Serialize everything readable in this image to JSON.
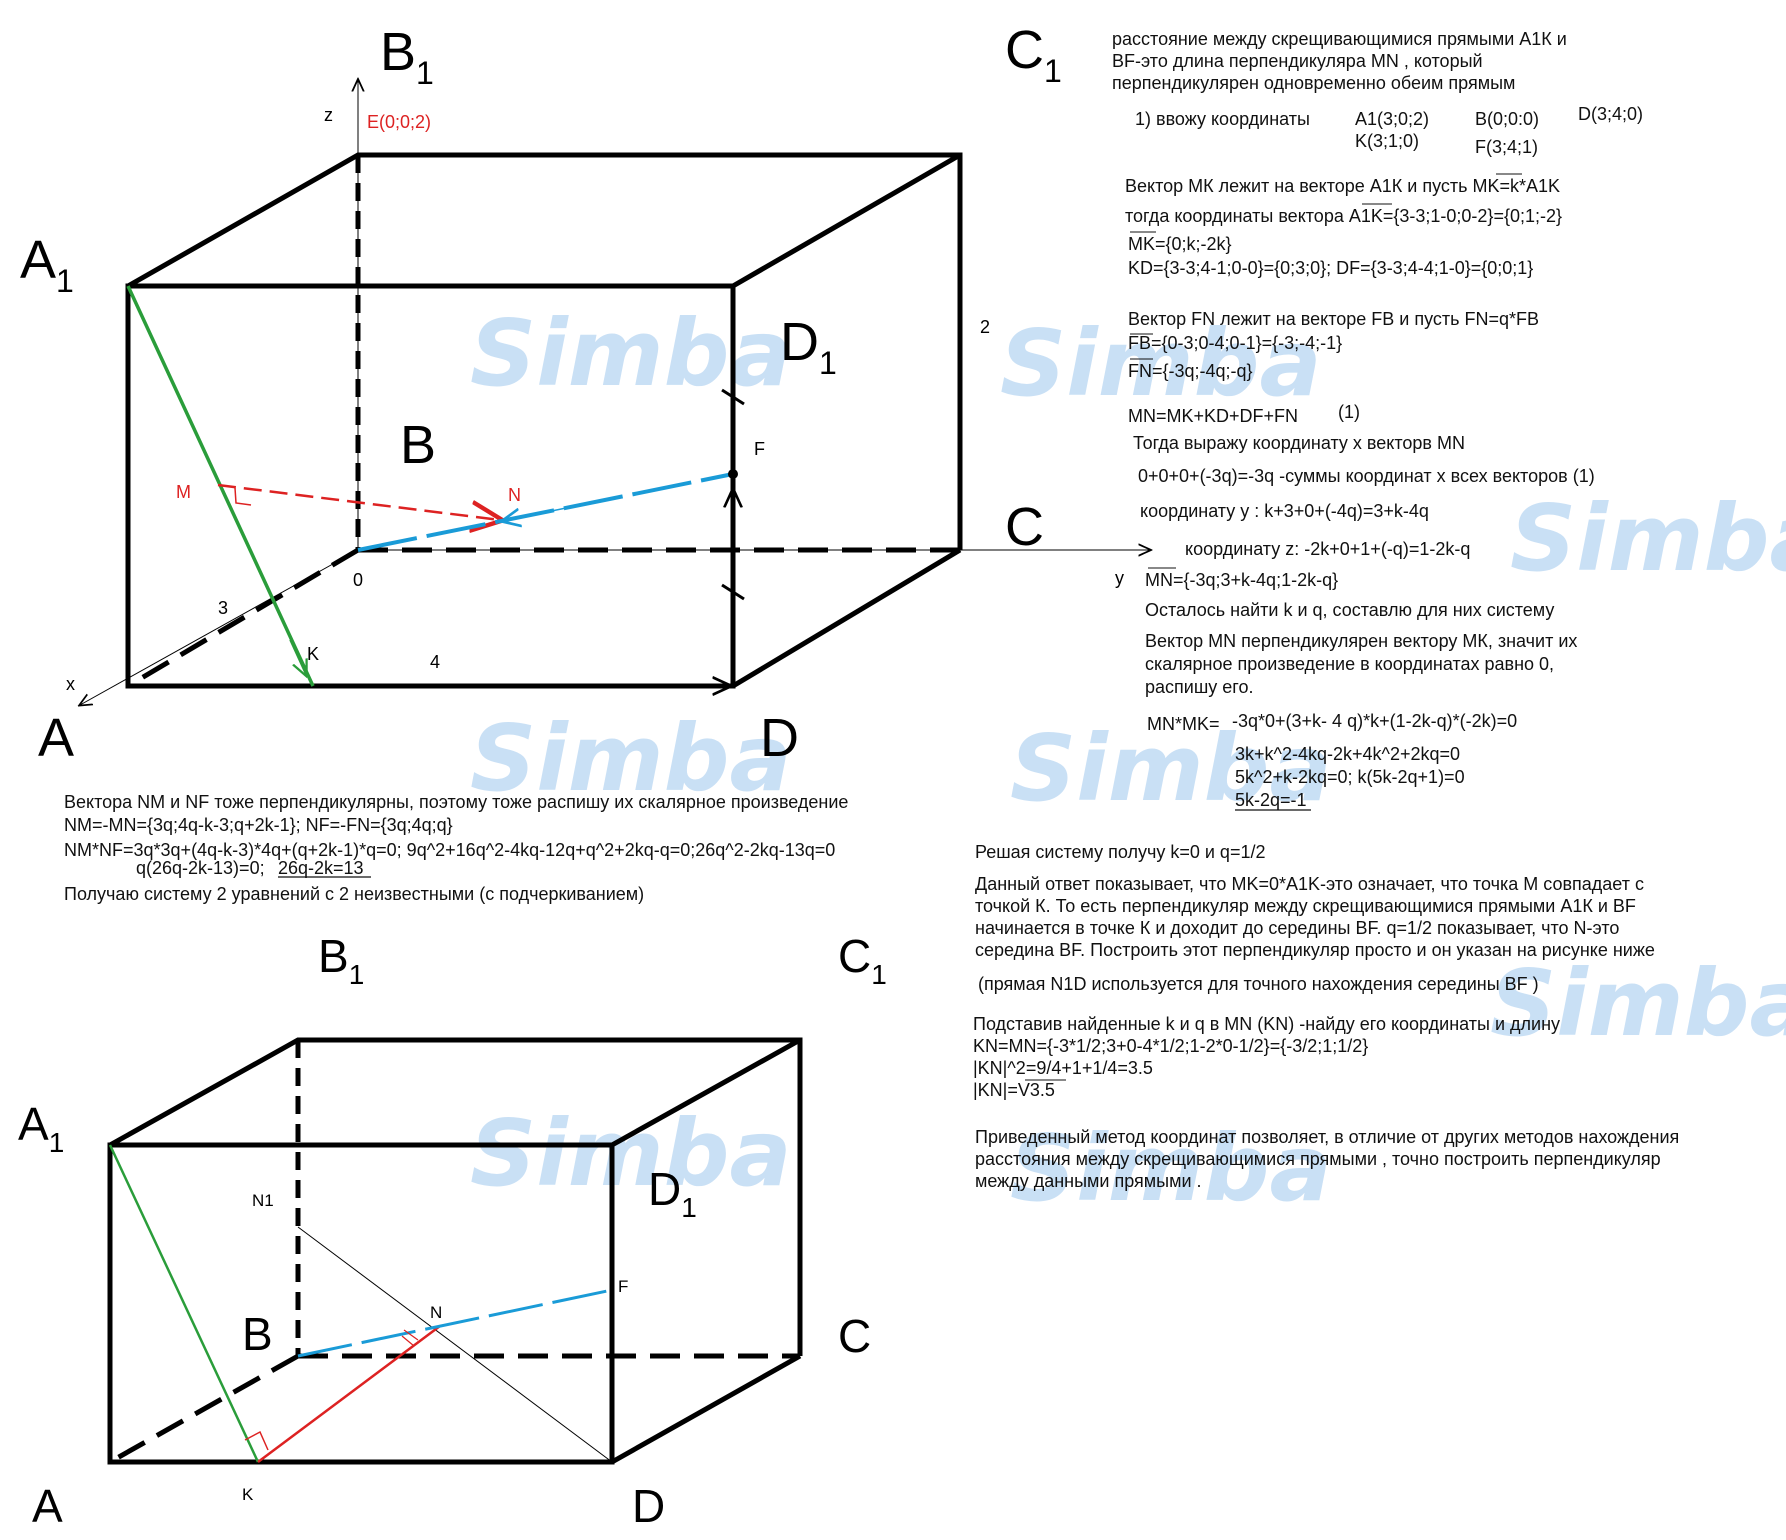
{
  "watermark": "Simba",
  "figure1": {
    "vertices": {
      "B1": "B",
      "C1": "C",
      "A1": "A",
      "D1": "D",
      "B": "B",
      "C": "C",
      "A": "A",
      "D": "D",
      "sub": "1"
    },
    "point_labels": {
      "E": "E(0;0;2)",
      "M": "M",
      "N": "N",
      "F": "F",
      "K": "K",
      "O": "0"
    },
    "axis_labels": {
      "x": "x",
      "y": "y",
      "z": "z"
    },
    "dims": {
      "AB": "3",
      "AD": "4",
      "height": "2"
    }
  },
  "figure2": {
    "vertices": {
      "B1": "B",
      "C1": "C",
      "A1": "A",
      "D1": "D",
      "B": "B",
      "C": "C",
      "A": "A",
      "D": "D",
      "sub": "1"
    },
    "point_labels": {
      "N1": "N1",
      "N": "N",
      "F": "F",
      "K": "K"
    }
  },
  "right_text": {
    "intro": [
      "расстояние между скрещивающимися прямыми А1К и",
      "BF-это длина перпендикуляра MN , который",
      "перпендикулярен одновременно обеим прямым"
    ],
    "step1": "1) ввожу координаты",
    "coords": {
      "A1": "A1(3;0;2)",
      "K": "K(3;1;0)",
      "B": "B(0;0:0)",
      "F": "F(3;4;1)",
      "D": "D(3;4;0)"
    },
    "mk": [
      "Вектор МК лежит на векторе А1К и пусть  MK=k*A1K",
      "тогда координаты вектора A1K={3-3;1-0;0-2}={0;1;-2}",
      "MK={0;k;-2k}",
      "KD={3-3;4-1;0-0}={0;3;0}; DF={3-3;4-4;1-0}={0;0;1}"
    ],
    "fn": [
      "Вектор FN лежит на векторе FB и пусть FN=q*FB",
      "FB={0-3;0-4;0-1}={-3;-4;-1}",
      "FN={-3q;-4q;-q}"
    ],
    "sum": "MN=MK+KD+DF+FN",
    "sum_num": "(1)",
    "coordx_title": "Тогда выражу координату х векторв MN",
    "coordx": "0+0+0+(-3q)=-3q  -суммы координат х всех векторов (1)",
    "coordy": "координату у : k+3+0+(-4q)=3+k-4q",
    "coordz": "координату z:   -2k+0+1+(-q)=1-2k-q",
    "mn": "MN={-3q;3+k-4q;1-2k-q}",
    "remain": "Осталось найти k и q, составлю для них систему",
    "perp": [
      "Вектор MN перпендикулярен вектору МК, значит их",
      "скалярное произведение в координатах равно 0,",
      "распишу его."
    ],
    "dot_label": "MN*MK=",
    "dot_lines": [
      "-3q*0+(3+k- 4 q)*k+(1-2k-q)*(-2k)=0",
      "3k+k^2-4kq-2k+4k^2+2kq=0",
      "5k^2+k-2kq=0; k(5k-2q+1)=0",
      "5k-2q=-1"
    ]
  },
  "left_text": {
    "l1": "Вектора NM и NF тоже перпендикулярны, поэтому тоже распишу их скалярное произведение",
    "l2": "NM=-MN={3q;4q-k-3;q+2k-1};  NF=-FN={3q;4q;q}",
    "l3": "NM*NF=3q*3q+(4q-k-3)*4q+(q+2k-1)*q=0;  9q^2+16q^2-4kq-12q+q^2+2kq-q=0;26q^2-2kq-13q=0",
    "l4": "q(26q-2k-13)=0;",
    "l4u": "26q-2k=13",
    "l5": "Получаю систему 2 уравнений с 2 неизвестными (с  подчеркиванием)"
  },
  "solution": {
    "s1": "Решая систему получу k=0 и   q=1/2",
    "s2": [
      "Данный ответ показывает, что MK=0*A1K-это означает, что точка М совпадает с",
      "точкой К. То есть перпендикуляр между скрещивающимися прямыми А1К и BF",
      "начинается в точке К и доходит до середины BF. q=1/2 показывает, что N-это",
      "середина BF. Построить этот перпендикуляр просто и он указан на рисунке ниже"
    ],
    "s3": "(прямая   N1D используется для точного нахождения середины BF )",
    "s4": [
      "Подставив найденные k и q   в MN (KN) -найду его координаты и длину",
      "KN=MN={-3*1/2;3+0-4*1/2;1-2*0-1/2}={-3/2;1;1/2}",
      "|KN|^2=9/4+1+1/4=3.5",
      "|KN|=V3.5"
    ],
    "s5": [
      "Приведенный метод координат позволяет, в отличие от других методов нахождения",
      "расстояния между скрещивающимися прямыми , точно построить перпендикуляр",
      "между данными прямыми ."
    ]
  }
}
